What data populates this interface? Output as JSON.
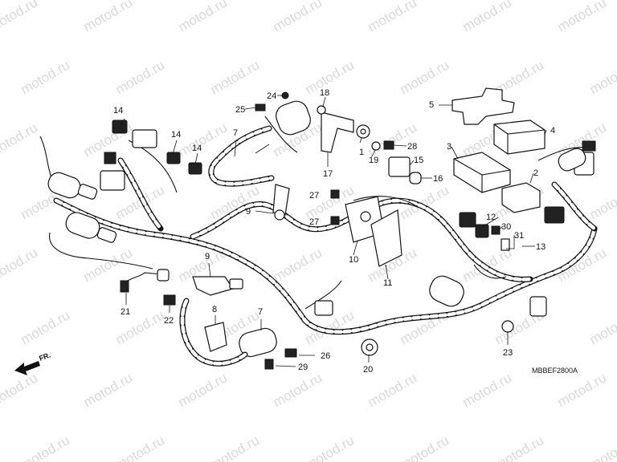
{
  "watermark": "motod.ru",
  "drawing_code": "MBBEF2800A",
  "direction_label": "FR.",
  "callouts": [
    {
      "id": "c1",
      "label": "1"
    },
    {
      "id": "c2",
      "label": "2"
    },
    {
      "id": "c3",
      "label": "3"
    },
    {
      "id": "c4",
      "label": "4"
    },
    {
      "id": "c5",
      "label": "5"
    },
    {
      "id": "c7a",
      "label": "7"
    },
    {
      "id": "c7b",
      "label": "7"
    },
    {
      "id": "c8",
      "label": "8"
    },
    {
      "id": "c9a",
      "label": "9"
    },
    {
      "id": "c9b",
      "label": "9"
    },
    {
      "id": "c10",
      "label": "10"
    },
    {
      "id": "c11",
      "label": "11"
    },
    {
      "id": "c12",
      "label": "12"
    },
    {
      "id": "c13",
      "label": "13"
    },
    {
      "id": "c14a",
      "label": "14"
    },
    {
      "id": "c14b",
      "label": "14"
    },
    {
      "id": "c14c",
      "label": "14"
    },
    {
      "id": "c15",
      "label": "15"
    },
    {
      "id": "c16",
      "label": "16"
    },
    {
      "id": "c17",
      "label": "17"
    },
    {
      "id": "c18",
      "label": "18"
    },
    {
      "id": "c19",
      "label": "19"
    },
    {
      "id": "c20",
      "label": "20"
    },
    {
      "id": "c21",
      "label": "21"
    },
    {
      "id": "c22",
      "label": "22"
    },
    {
      "id": "c23",
      "label": "23"
    },
    {
      "id": "c24",
      "label": "24"
    },
    {
      "id": "c25",
      "label": "25"
    },
    {
      "id": "c26",
      "label": "26"
    },
    {
      "id": "c27a",
      "label": "27"
    },
    {
      "id": "c27b",
      "label": "27"
    },
    {
      "id": "c28",
      "label": "28"
    },
    {
      "id": "c29",
      "label": "29"
    },
    {
      "id": "c30",
      "label": "30"
    },
    {
      "id": "c31",
      "label": "31"
    }
  ]
}
